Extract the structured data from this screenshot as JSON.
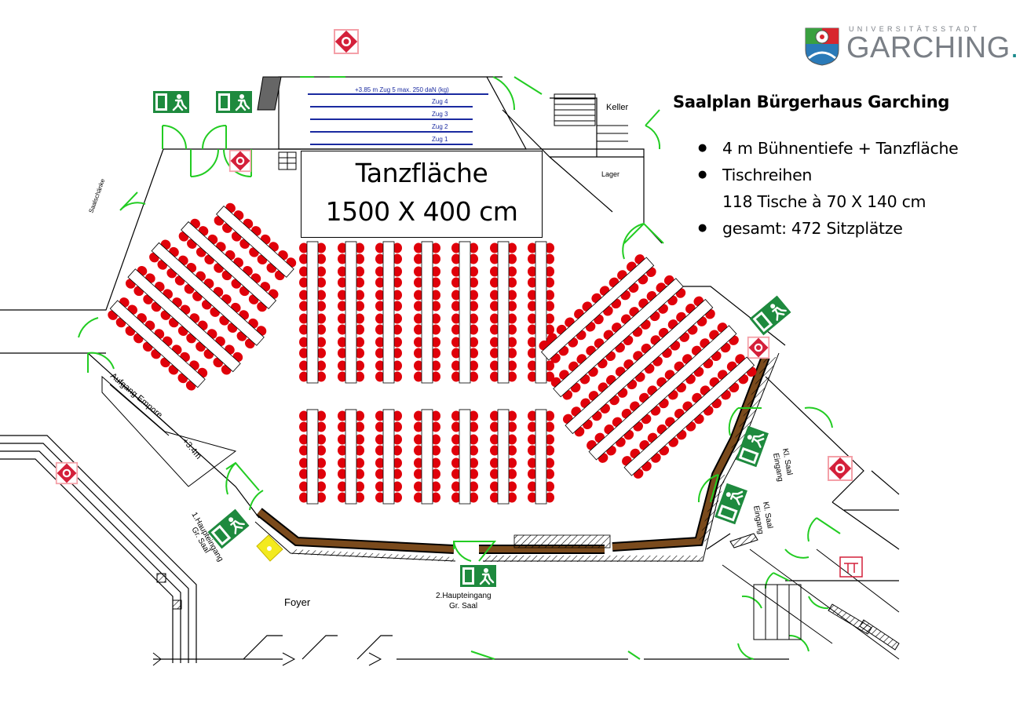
{
  "logo": {
    "small": "UNIVERSITÄTSSTADT",
    "big": "GARCHING",
    "dot": "."
  },
  "info": {
    "title": "Saalplan Bürgerhaus Garching",
    "items": [
      "4 m Bühnentiefe + Tanzfläche",
      "Tischreihen",
      "118 Tische à 70 X 140 cm",
      "gesamt: 472 Sitzplätze"
    ]
  },
  "dancefloor": {
    "line1": "Tanzfläche",
    "line2": "1500 X 400 cm"
  },
  "stage": {
    "header": "+3.85 m        Zug 5 max. 250 daN (kg)",
    "pulls": [
      "Zug 4",
      "Zug 3",
      "Zug 2",
      "Zug 1"
    ]
  },
  "rooms": {
    "keller": "Keller",
    "lager": "Lager",
    "foyer": "Foyer",
    "saalschaenke": "Saalschänke",
    "aufgang": "Aufgang Empore",
    "level": "+3.4m"
  },
  "entrances": {
    "main1_line1": "1.Haupteingang",
    "main1_line2": "Gr. Saal",
    "main2_line1": "2.Haupteingang",
    "main2_line2": "Gr. Saal",
    "small1_line1": "Eingang",
    "small1_line2": "Kl. Saal",
    "small2_line1": "Eingang",
    "small2_line2": "Kl. Saal"
  },
  "colors": {
    "chair": "#e0000a",
    "door": "#22cc22",
    "exit_sign": "#1e8a3e",
    "wall_brown": "#7a4a1c",
    "stage_line": "#1a2aa0",
    "extinguisher": "#d4203a"
  }
}
